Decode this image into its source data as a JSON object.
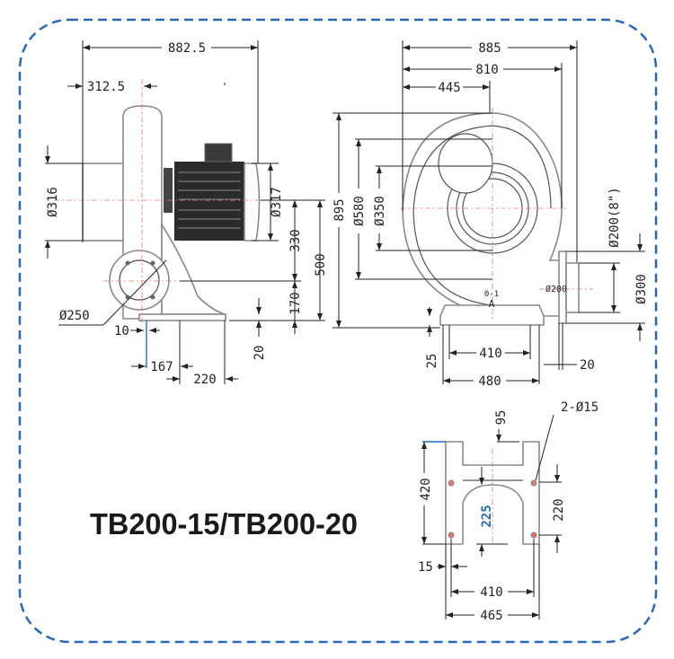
{
  "title": "TB200-15/TB200-20",
  "colors": {
    "border": "#2a6ab5",
    "line": "#222222",
    "centerline": "#dd7777"
  },
  "side_view": {
    "overall_length": "882.5",
    "inlet_to_center": "312.5",
    "inlet_diameter": "Ø316",
    "motor_diameter": "Ø317",
    "center_to_outlet": "330",
    "center_height": "500",
    "outlet_height": "170",
    "base_thickness": "20",
    "outlet_diameter": "Ø250",
    "offset": "10",
    "foot_offset": "167",
    "foot_spacing": "220"
  },
  "front_view": {
    "overall_width": "885",
    "body_width": "810",
    "center_offset": "445",
    "overall_height": "895",
    "volute_diameter": "Ø580",
    "inlet_diameter": "Ø350",
    "outlet_flange": "Ø200(8\")",
    "outlet_outer": "Ø300",
    "outlet_inner": "Ø200",
    "marking_code": "0-1",
    "marking_letter": "A",
    "base_thickness": "25",
    "foot_spacing": "410",
    "base_width": "480",
    "flange_thickness": "20"
  },
  "base_view": {
    "top_offset": "95",
    "holes": "2-Ø15",
    "base_length": "420",
    "cutout": "225",
    "hole_spacing": "220",
    "edge_offset": "15",
    "hole_span": "410",
    "base_width": "465"
  }
}
